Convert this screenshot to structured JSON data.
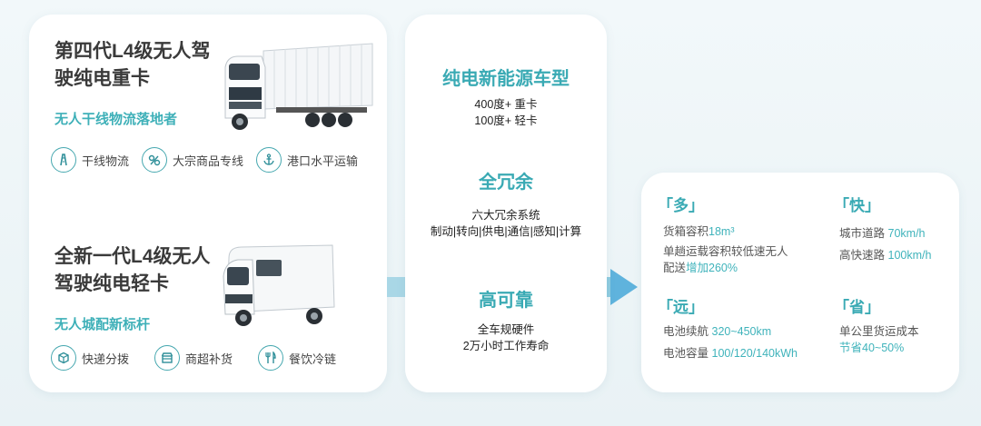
{
  "heavy": {
    "title": "第四代L4级无人驾驶纯电重卡",
    "subtitle": "无人干线物流落地者",
    "tags": [
      {
        "icon": "road-icon",
        "label": "干线物流"
      },
      {
        "icon": "bulk-goods-icon",
        "label": "大宗商品专线"
      },
      {
        "icon": "anchor-icon",
        "label": "港口水平运输"
      }
    ]
  },
  "light": {
    "title": "全新一代L4级无人驾驶纯电轻卡",
    "subtitle": "无人城配新标杆",
    "tags": [
      {
        "icon": "parcel-icon",
        "label": "快递分拨"
      },
      {
        "icon": "shop-icon",
        "label": "商超补货"
      },
      {
        "icon": "fork-knife-icon",
        "label": "餐饮冷链"
      }
    ]
  },
  "middle": {
    "sections": [
      {
        "title": "纯电新能源车型",
        "lines": [
          "400度+ 重卡",
          "100度+ 轻卡"
        ]
      },
      {
        "title": "全冗余",
        "lines": [
          "六大冗余系统",
          "制动|转向|供电|通信|感知|计算"
        ]
      },
      {
        "title": "高可靠",
        "lines": [
          "全车规硬件",
          "2万小时工作寿命"
        ]
      }
    ]
  },
  "right": {
    "duo": {
      "head": "「多」",
      "l1_label": "货箱容积",
      "l1_value": "18m³",
      "l2_text": "单趟运载容积较低速无人配送",
      "l2_value": "增加260%"
    },
    "kuai": {
      "head": "「快」",
      "l1_label": "城市道路",
      "l1_value": "70km/h",
      "l2_label": "高快速路",
      "l2_value": "100km/h"
    },
    "yuan": {
      "head": "「远」",
      "l1_label": "电池续航",
      "l1_value": "320~450km",
      "l2_label": "电池容量",
      "l2_value": "100/120/140kWh"
    },
    "sheng": {
      "head": "「省」",
      "l1_text": "单公里货运成本",
      "l2_value": "节省40~50%"
    }
  },
  "colors": {
    "accent": "#3aaab4",
    "arrow": "#5fb3dd"
  }
}
